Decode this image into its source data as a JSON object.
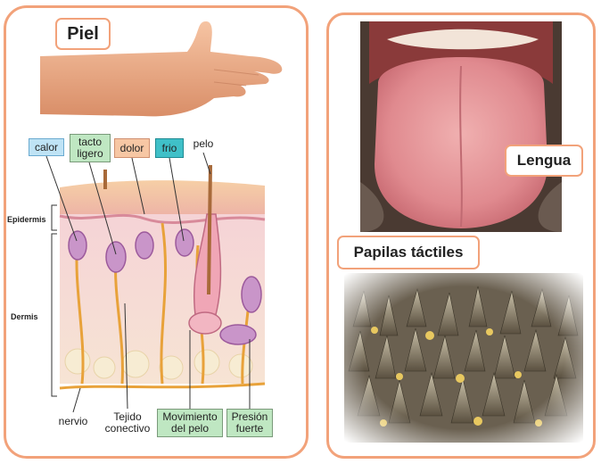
{
  "left_panel": {
    "title": "Piel",
    "layers": {
      "epidermis": "Epidermis",
      "dermis": "Dermis"
    },
    "receptors_top": [
      {
        "id": "calor",
        "text": "calor",
        "color": "#bfe3f5"
      },
      {
        "id": "tacto",
        "text": "tacto ligero",
        "color": "#bfe7c2"
      },
      {
        "id": "dolor",
        "text": "dolor",
        "color": "#f7c7a4"
      },
      {
        "id": "frio",
        "text": "frio",
        "color": "#3fc0c8"
      },
      {
        "id": "pelo",
        "text": "pelo",
        "color": "#ffffff"
      }
    ],
    "receptors_bottom": [
      {
        "id": "nervio",
        "text": "nervio",
        "color": "#ffffff"
      },
      {
        "id": "tejido",
        "text": "Tejido conectivo",
        "color": "#ffffff"
      },
      {
        "id": "movimiento",
        "text": "Movimiento del pelo",
        "color": "#bfe7c2"
      },
      {
        "id": "presion",
        "text": "Presión fuerte",
        "color": "#bfe7c2"
      }
    ]
  },
  "right_panel": {
    "tongue_label": "Lengua",
    "papillae_label": "Papilas táctiles"
  },
  "colors": {
    "frame": "#f2a27a",
    "skin": "#f3b48f",
    "tissue": "#f4c9c9",
    "nerve": "#e8a23a",
    "receptor": "#b07ab0",
    "tongue": "#e28c8c"
  }
}
